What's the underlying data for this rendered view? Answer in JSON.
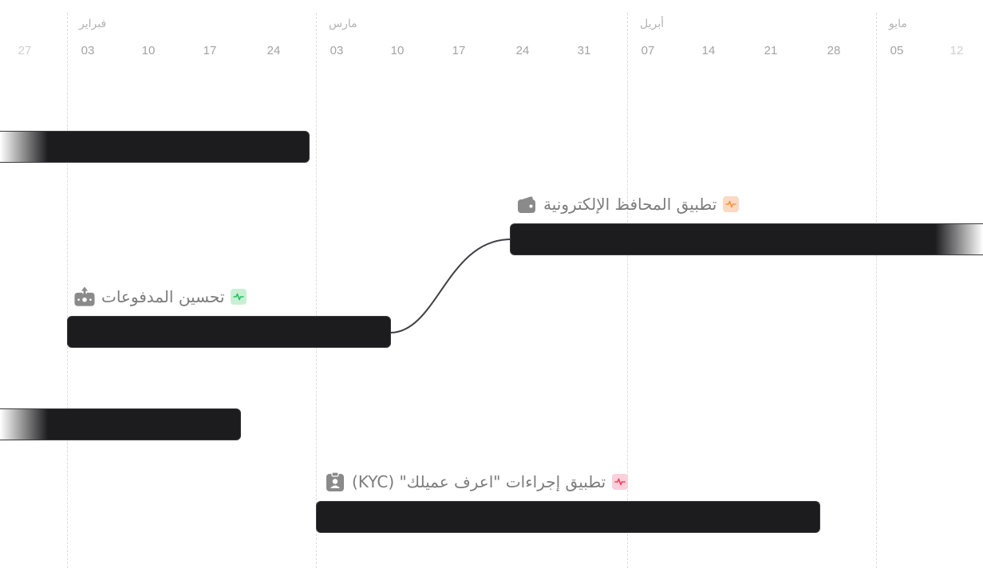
{
  "timeline": {
    "months": [
      {
        "label": "فبراير"
      },
      {
        "label": "مارس"
      },
      {
        "label": "أبريل"
      },
      {
        "label": "مايو"
      }
    ],
    "days": [
      "27",
      "03",
      "10",
      "17",
      "24",
      "03",
      "10",
      "17",
      "24",
      "31",
      "07",
      "14",
      "21",
      "28",
      "05",
      "12"
    ]
  },
  "projects": [
    {
      "title": "تطبيق المحافظ الإلكترونية",
      "icon": "wallet-icon",
      "status_icon": "pulse-icon",
      "status_color": "#fb923c",
      "status_bg": "#fcd9c4"
    },
    {
      "title": "تحسين المدفوعات",
      "icon": "payment-transfer-icon",
      "status_icon": "pulse-icon",
      "status_color": "#22c55e",
      "status_bg": "#c9f0d5"
    },
    {
      "title": "تطبيق إجراءات \"اعرف عميلك\" (KYC)",
      "icon": "id-badge-icon",
      "status_icon": "pulse-icon",
      "status_color": "#f43f5e",
      "status_bg": "#fbd0db"
    }
  ],
  "colors": {
    "bar": "#1c1c1e",
    "bar_border": "#3a3a3c",
    "grid": "#dcdcdc",
    "label": "#7c7c7c",
    "icon": "#8a8a8a",
    "connector": "#3f3f46"
  }
}
